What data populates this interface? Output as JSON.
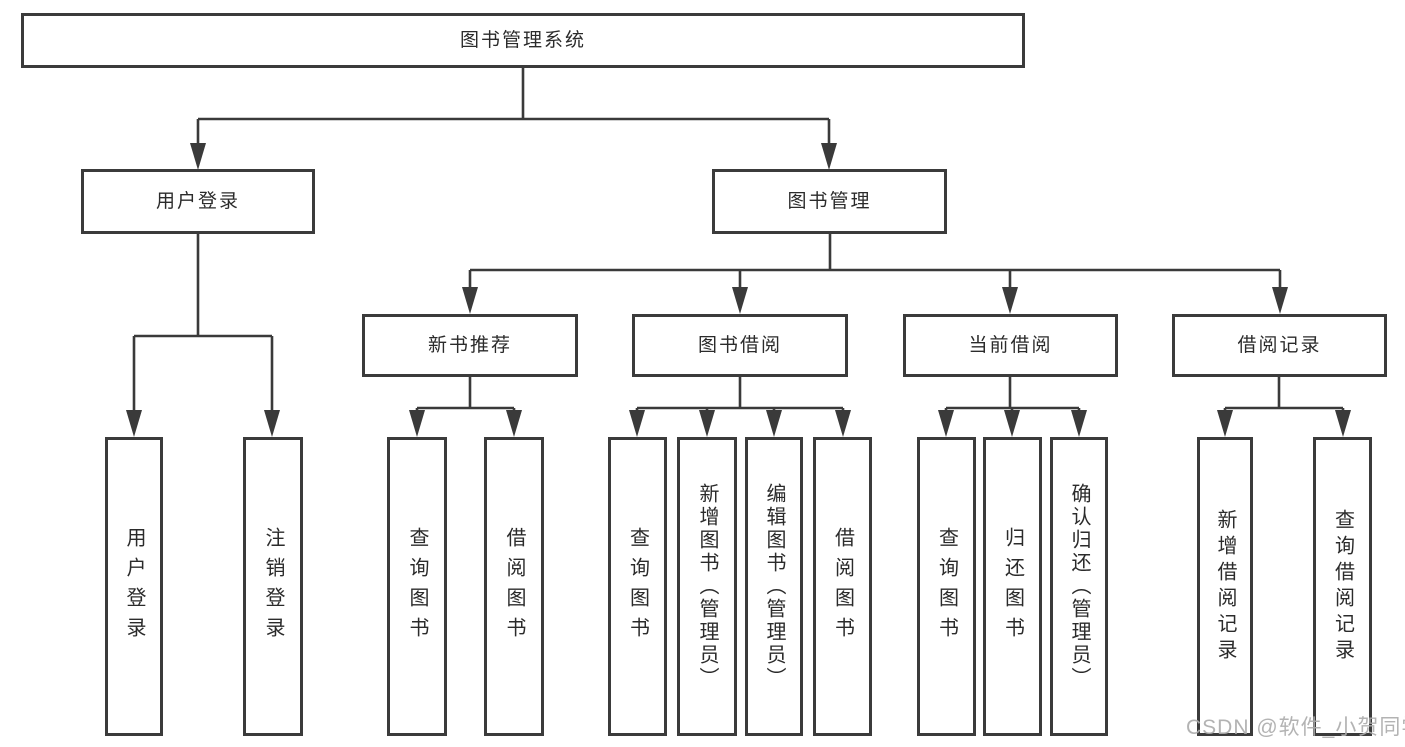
{
  "diagram": {
    "type": "feature-tree",
    "watermark": "CSDN @软件_小贺同学",
    "colors": {
      "background": "#ffffff",
      "box_fill": "#ffffff",
      "box_border": "#3b3b3b",
      "connector": "#3a3a3a",
      "text": "#2b2b2b",
      "watermark": "#acacac"
    },
    "nodes": {
      "root": {
        "label": "图书管理系统"
      },
      "user_login": {
        "label": "用户登录"
      },
      "book_mgmt": {
        "label": "图书管理"
      },
      "new_book_rec": {
        "label": "新书推荐"
      },
      "book_borrow": {
        "label": "图书借阅"
      },
      "current_borrow": {
        "label": "当前借阅"
      },
      "borrow_record": {
        "label": "借阅记录"
      },
      "leaf_user_login": {
        "label": "用户登录"
      },
      "leaf_logout": {
        "label": "注销登录"
      },
      "leaf_nb_query": {
        "label": "查询图书"
      },
      "leaf_nb_borrow": {
        "label": "借阅图书"
      },
      "leaf_bb_query": {
        "label": "查询图书"
      },
      "leaf_bb_add": {
        "label": "新增图书（管理员）"
      },
      "leaf_bb_edit": {
        "label": "编辑图书（管理员）"
      },
      "leaf_bb_borrow": {
        "label": "借阅图书"
      },
      "leaf_cb_query": {
        "label": "查询图书"
      },
      "leaf_cb_return": {
        "label": "归还图书"
      },
      "leaf_cb_confirm": {
        "label": "确认归还（管理员）"
      },
      "leaf_br_add": {
        "label": "新增借阅记录"
      },
      "leaf_br_query": {
        "label": "查询借阅记录"
      }
    },
    "structure": {
      "root": [
        "user_login",
        "book_mgmt"
      ],
      "user_login": [
        "leaf_user_login",
        "leaf_logout"
      ],
      "book_mgmt": [
        "new_book_rec",
        "book_borrow",
        "current_borrow",
        "borrow_record"
      ],
      "new_book_rec": [
        "leaf_nb_query",
        "leaf_nb_borrow"
      ],
      "book_borrow": [
        "leaf_bb_query",
        "leaf_bb_add",
        "leaf_bb_edit",
        "leaf_bb_borrow"
      ],
      "current_borrow": [
        "leaf_cb_query",
        "leaf_cb_return",
        "leaf_cb_confirm"
      ],
      "borrow_record": [
        "leaf_br_add",
        "leaf_br_query"
      ]
    }
  }
}
